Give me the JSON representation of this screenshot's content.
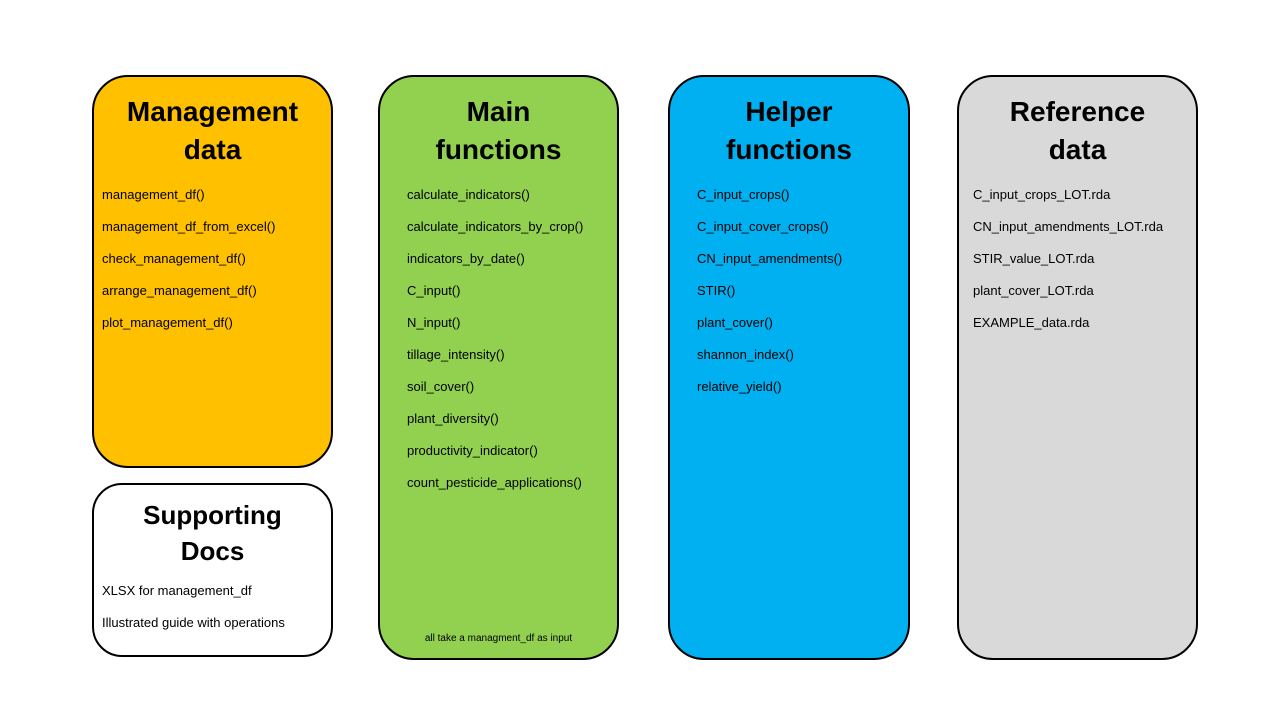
{
  "colors": {
    "management_data_fill": "#FFC000",
    "supporting_docs_fill": "#FFFFFF",
    "main_functions_fill": "#92D050",
    "helper_functions_fill": "#00B0F0",
    "reference_data_fill": "#D9D9D9",
    "border": "#000000",
    "text": "#000000"
  },
  "cards": {
    "management_data": {
      "title": "Management\ndata",
      "items": [
        "management_df()",
        "management_df_from_excel()",
        "check_management_df()",
        "arrange_management_df()",
        "plot_management_df()"
      ]
    },
    "supporting_docs": {
      "title": "Supporting\nDocs",
      "items": [
        "XLSX for management_df",
        "Illustrated guide with operations"
      ]
    },
    "main_functions": {
      "title": "Main\nfunctions",
      "items": [
        "calculate_indicators()",
        "calculate_indicators_by_crop()",
        "indicators_by_date()",
        "C_input()",
        "N_input()",
        "tillage_intensity()",
        "soil_cover()",
        "plant_diversity()",
        "productivity_indicator()",
        "count_pesticide_applications()"
      ],
      "note": "all take a managment_df as input"
    },
    "helper_functions": {
      "title": "Helper\nfunctions",
      "items": [
        "C_input_crops()",
        "C_input_cover_crops()",
        "CN_input_amendments()",
        "STIR()",
        "plant_cover()",
        "shannon_index()",
        "relative_yield()"
      ]
    },
    "reference_data": {
      "title": "Reference\ndata",
      "items": [
        "C_input_crops_LOT.rda",
        "CN_input_amendments_LOT.rda",
        "STIR_value_LOT.rda",
        "plant_cover_LOT.rda",
        "EXAMPLE_data.rda"
      ]
    }
  }
}
